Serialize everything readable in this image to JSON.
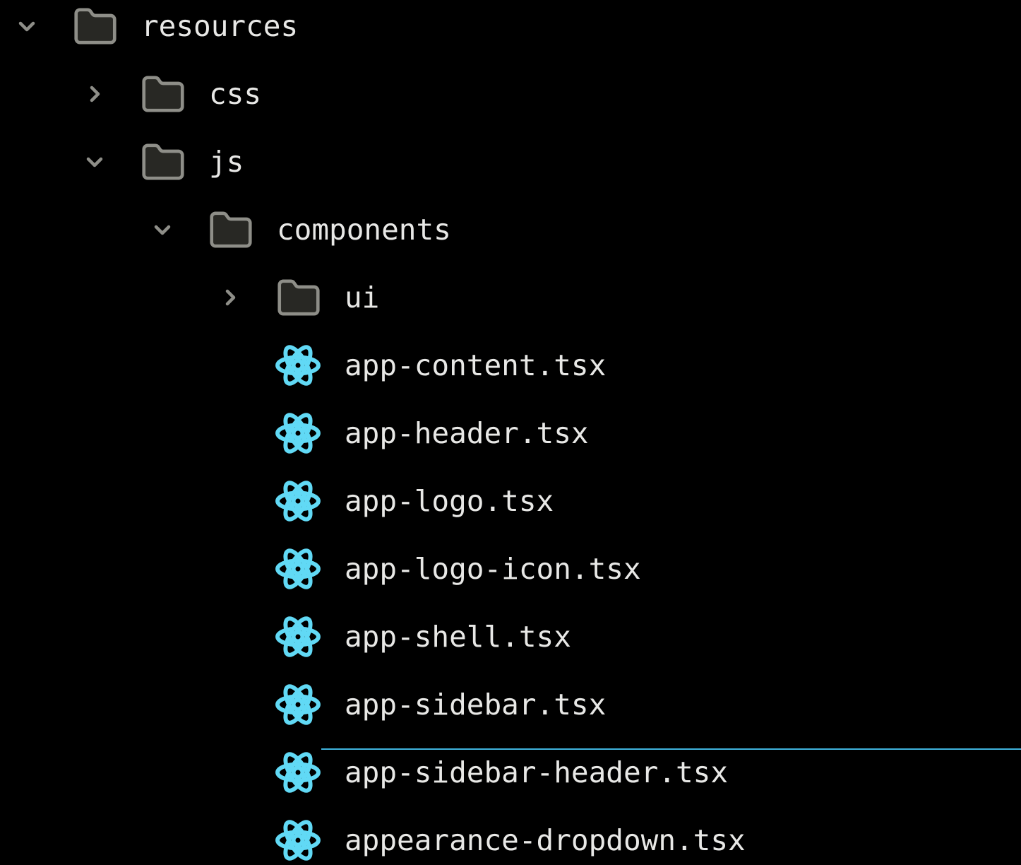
{
  "colors": {
    "background": "#000000",
    "text": "#e8e8e6",
    "folder_fill": "#282824",
    "folder_stroke": "#8e8e88",
    "chevron": "#8e8e88",
    "react_icon": "#61d9f5",
    "drop_indicator": "#3fb2dc"
  },
  "tree": {
    "items": [
      {
        "label": "resources",
        "type": "folder",
        "level": 0,
        "expanded": true
      },
      {
        "label": "css",
        "type": "folder",
        "level": 1,
        "expanded": false
      },
      {
        "label": "js",
        "type": "folder",
        "level": 1,
        "expanded": true
      },
      {
        "label": "components",
        "type": "folder",
        "level": 2,
        "expanded": true
      },
      {
        "label": "ui",
        "type": "folder",
        "level": 3,
        "expanded": false
      },
      {
        "label": "app-content.tsx",
        "type": "react-file",
        "level": 3
      },
      {
        "label": "app-header.tsx",
        "type": "react-file",
        "level": 3
      },
      {
        "label": "app-logo.tsx",
        "type": "react-file",
        "level": 3
      },
      {
        "label": "app-logo-icon.tsx",
        "type": "react-file",
        "level": 3
      },
      {
        "label": "app-shell.tsx",
        "type": "react-file",
        "level": 3
      },
      {
        "label": "app-sidebar.tsx",
        "type": "react-file",
        "level": 3
      },
      {
        "label": "app-sidebar-header.tsx",
        "type": "react-file",
        "level": 3,
        "drop_indicator_above": true
      },
      {
        "label": "appearance-dropdown.tsx",
        "type": "react-file",
        "level": 3
      }
    ]
  }
}
